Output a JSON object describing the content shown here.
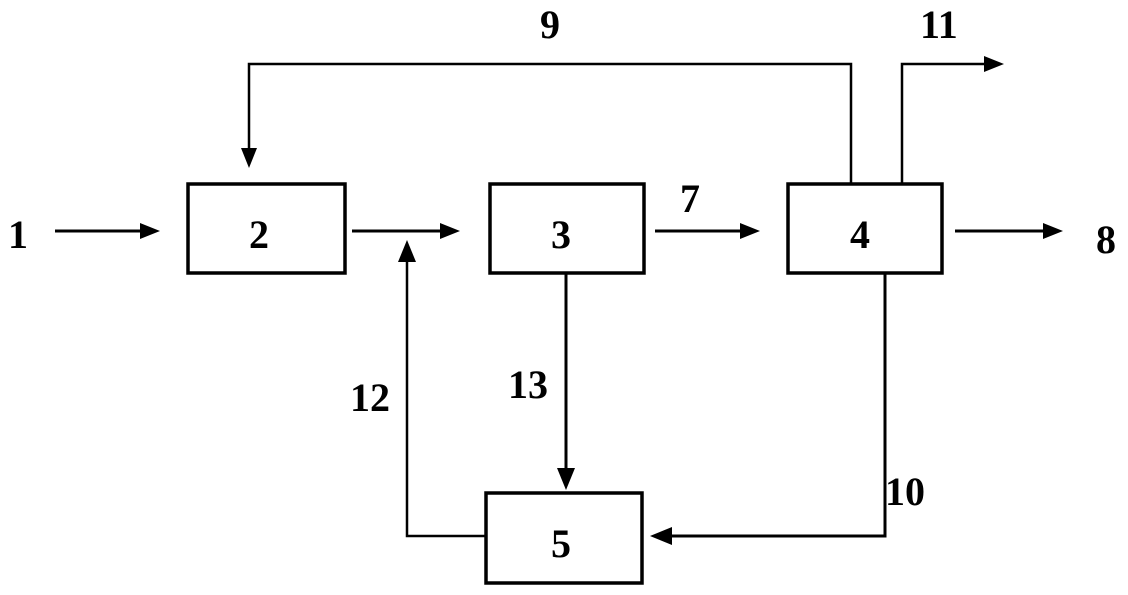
{
  "boxes": {
    "b2": "2",
    "b3": "3",
    "b4": "4",
    "b5": "5"
  },
  "streams": {
    "s1": "1",
    "s7": "7",
    "s8": "8",
    "s9": "9",
    "s10": "10",
    "s11": "11",
    "s12": "12",
    "s13": "13"
  }
}
